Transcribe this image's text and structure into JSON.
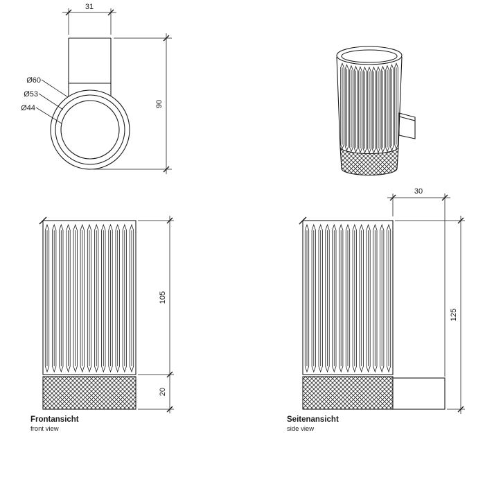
{
  "drawing": {
    "top_view": {
      "dim_width": "31",
      "dim_depth": "90",
      "dia_outer": "Ø60",
      "dia_mid": "Ø53",
      "dia_inner": "Ø44"
    },
    "front_view": {
      "title": "Frontansicht",
      "subtitle": "front view",
      "dim_body_height": "105",
      "dim_base_height": "20"
    },
    "side_view": {
      "title": "Seitenansicht",
      "subtitle": "side view",
      "dim_bracket_depth": "30",
      "dim_total_height": "125"
    }
  },
  "colors": {
    "line": "#1a1a1a",
    "background": "#ffffff"
  }
}
